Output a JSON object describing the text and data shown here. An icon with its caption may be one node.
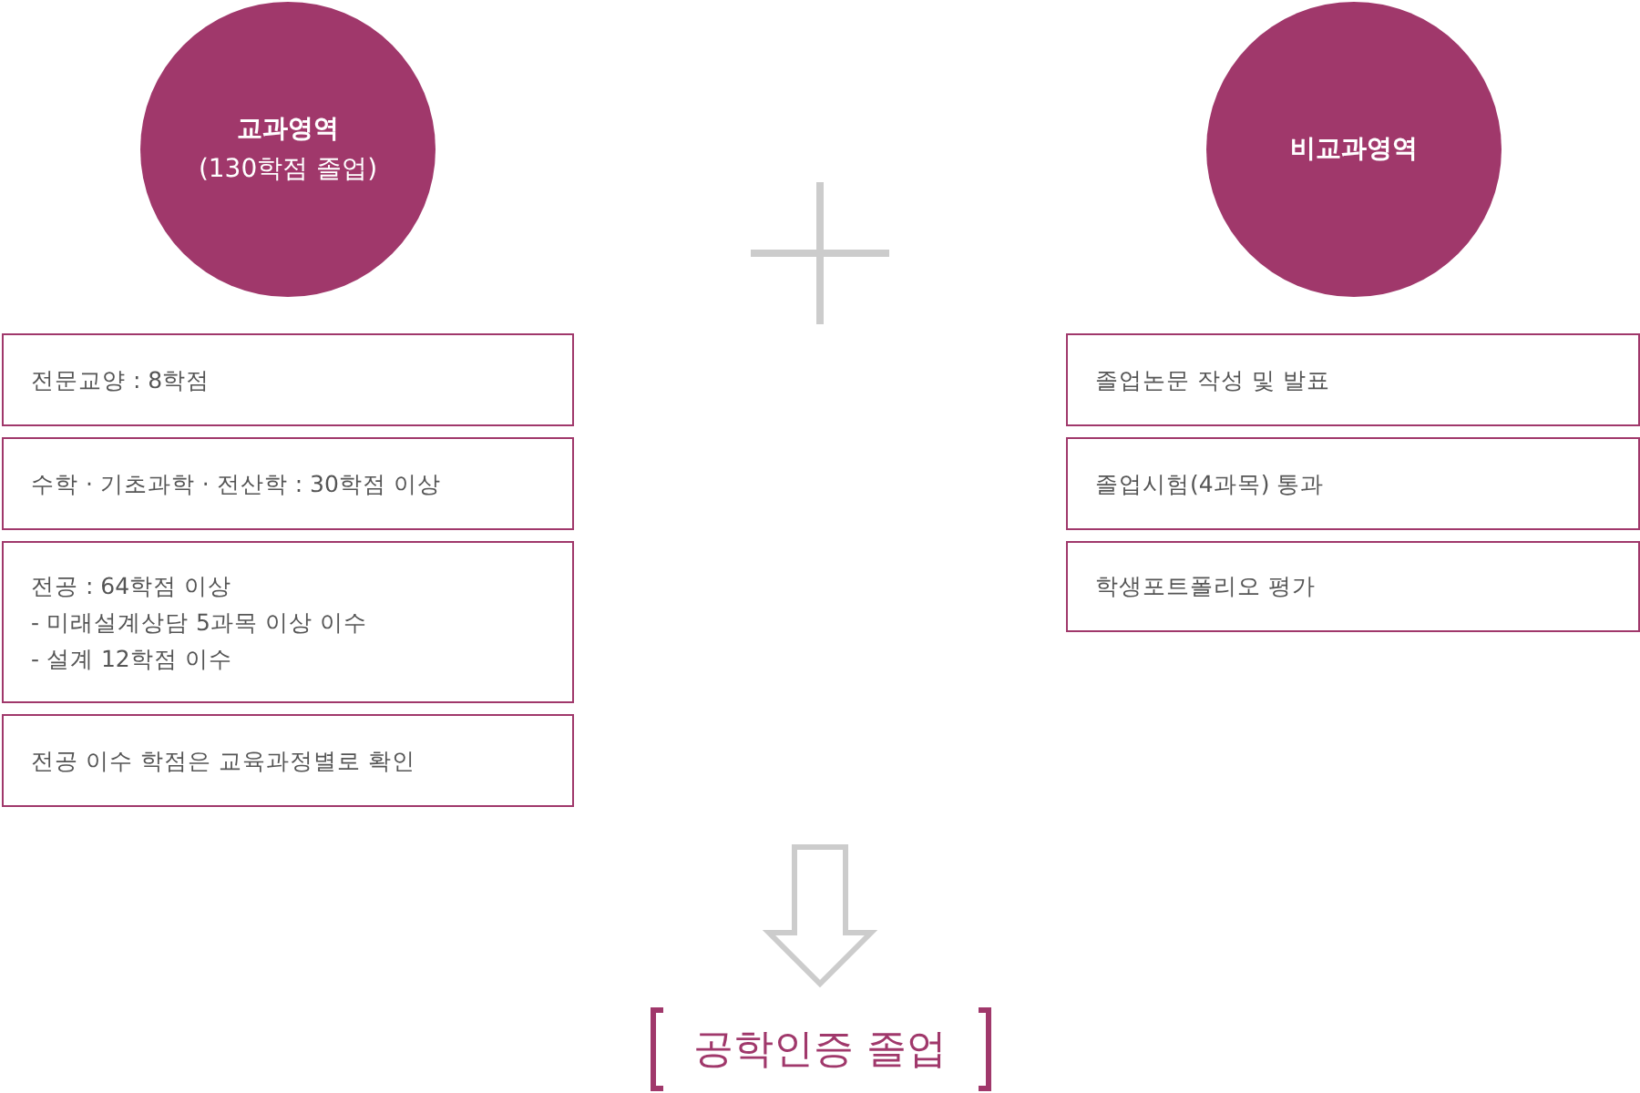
{
  "diagram": {
    "nodes": [
      {
        "text": [
          "교과영역",
          "(130학점 졸업)"
        ]
      },
      {
        "text": [
          "전문교양 : 8학점"
        ]
      },
      {
        "text": [
          "수학 · 기초과학 · 전산학 : 30학점 이상"
        ]
      },
      {
        "text": [
          "전공 : 64학점 이상",
          "- 미래설계상담 5과목 이상 이수",
          "- 설계 12학점 이수"
        ]
      },
      {
        "text": [
          "전공 이수 학점은 교육과정별로 확인"
        ]
      },
      {
        "text": [
          "비교과영역"
        ]
      },
      {
        "text": [
          "졸업논문 작성 및 발표"
        ]
      },
      {
        "text": [
          "졸업시험(4과목) 통과"
        ]
      },
      {
        "text": [
          "학생포트폴리오 평가"
        ]
      },
      {
        "text": [
          "공학인증 졸업"
        ]
      }
    ],
    "edges": [
      {
        "from": null,
        "to": 9,
        "arrow": "to"
      }
    ]
  }
}
